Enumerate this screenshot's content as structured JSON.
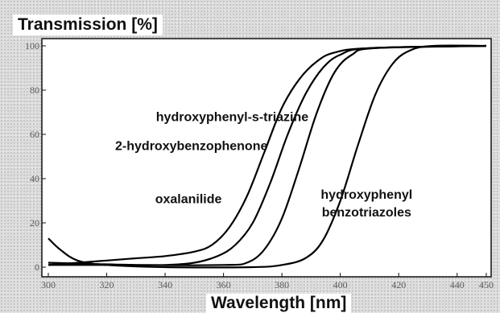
{
  "chart_data": {
    "type": "line",
    "title": "Transmission [%]",
    "xlabel": "Wavelength [nm]",
    "ylabel": "Transmission [%]",
    "xlim": [
      300,
      450
    ],
    "ylim": [
      0,
      100
    ],
    "xticks": [
      300,
      320,
      340,
      360,
      380,
      400,
      420,
      440,
      450
    ],
    "xtick_labels": [
      "300",
      "320",
      "340",
      "360",
      "380",
      "400",
      "420",
      "440",
      "450"
    ],
    "yticks": [
      0,
      20,
      40,
      60,
      80,
      100
    ],
    "ytick_labels": [
      "0",
      "20",
      "40",
      "60",
      "80",
      "100"
    ],
    "grid": false,
    "series": [
      {
        "name": "oxalanilide",
        "points": [
          [
            300,
            1
          ],
          [
            320,
            3
          ],
          [
            330,
            4
          ],
          [
            340,
            5
          ],
          [
            350,
            7
          ],
          [
            356,
            10
          ],
          [
            362,
            18
          ],
          [
            368,
            32
          ],
          [
            374,
            52
          ],
          [
            380,
            72
          ],
          [
            386,
            85
          ],
          [
            392,
            93
          ],
          [
            398,
            97
          ],
          [
            410,
            99
          ],
          [
            450,
            100
          ]
        ]
      },
      {
        "name": "2-hydroxybenzophenone",
        "points": [
          [
            300,
            1
          ],
          [
            320,
            1
          ],
          [
            340,
            1
          ],
          [
            350,
            2
          ],
          [
            358,
            5
          ],
          [
            364,
            10
          ],
          [
            370,
            20
          ],
          [
            376,
            38
          ],
          [
            382,
            60
          ],
          [
            388,
            78
          ],
          [
            394,
            90
          ],
          [
            400,
            96
          ],
          [
            410,
            99
          ],
          [
            450,
            100
          ]
        ]
      },
      {
        "name": "hydroxyphenyl-s-triazine",
        "points": [
          [
            300,
            2
          ],
          [
            330,
            1
          ],
          [
            360,
            1
          ],
          [
            368,
            2
          ],
          [
            374,
            8
          ],
          [
            380,
            22
          ],
          [
            386,
            45
          ],
          [
            392,
            70
          ],
          [
            398,
            88
          ],
          [
            404,
            96
          ],
          [
            412,
            99
          ],
          [
            450,
            100
          ]
        ]
      },
      {
        "name": "hydroxyphenyl benzotriazoles",
        "points": [
          [
            300,
            13
          ],
          [
            304,
            8
          ],
          [
            310,
            3
          ],
          [
            320,
            1
          ],
          [
            340,
            0
          ],
          [
            370,
            0
          ],
          [
            380,
            1
          ],
          [
            388,
            4
          ],
          [
            394,
            12
          ],
          [
            400,
            30
          ],
          [
            406,
            55
          ],
          [
            412,
            78
          ],
          [
            418,
            92
          ],
          [
            424,
            98
          ],
          [
            432,
            100
          ],
          [
            450,
            100
          ]
        ]
      }
    ],
    "annotations": [
      {
        "text": "hydroxyphenyl-s-triazine",
        "x": 363,
        "y": 66
      },
      {
        "text": "2-hydroxybenzophenone",
        "x": 349,
        "y": 53
      },
      {
        "text": "oxalanilide",
        "x": 348,
        "y": 29
      },
      {
        "text": "hydroxyphenyl",
        "x": 409,
        "y": 31
      },
      {
        "text": "benzotriazoles",
        "x": 409,
        "y": 23
      }
    ]
  }
}
